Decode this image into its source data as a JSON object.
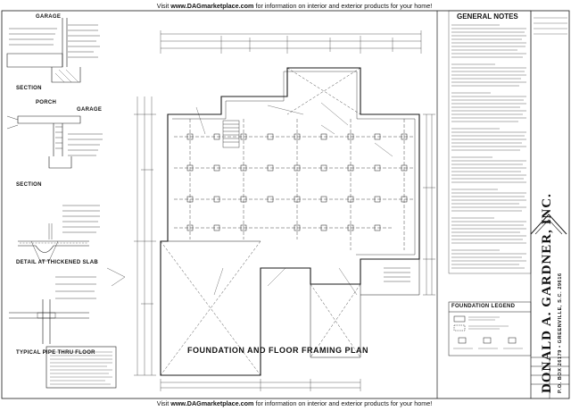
{
  "banner_top": {
    "prefix": "Visit ",
    "link": "www.DAGmarketplace.com",
    "suffix": " for information on interior and exterior products for your home!"
  },
  "banner_bottom": {
    "prefix": "Visit ",
    "link": "www.DAGmarketplace.com",
    "suffix": " for information on interior and exterior products for your home!"
  },
  "details": {
    "garage_label": "GARAGE",
    "section1": "SECTION",
    "porch_label": "PORCH",
    "garage_label2": "GARAGE",
    "section2": "SECTION",
    "thickened": "DETAIL AT THICKENED SLAB",
    "pipe": "TYPICAL PIPE THRU FLOOR"
  },
  "plan": {
    "title": "FOUNDATION AND FLOOR FRAMING PLAN"
  },
  "notes": {
    "title": "GENERAL NOTES"
  },
  "legend": {
    "title": "FOUNDATION LEGEND"
  },
  "firm": {
    "name": "DONALD A. GARDNER, INC.",
    "address": "P.O. BOX 26179 • GREENVILLE, S.C. 29616"
  },
  "colors": {
    "ink": "#1a1a1a",
    "paper": "#ffffff",
    "gray": "#8a8a8a"
  }
}
